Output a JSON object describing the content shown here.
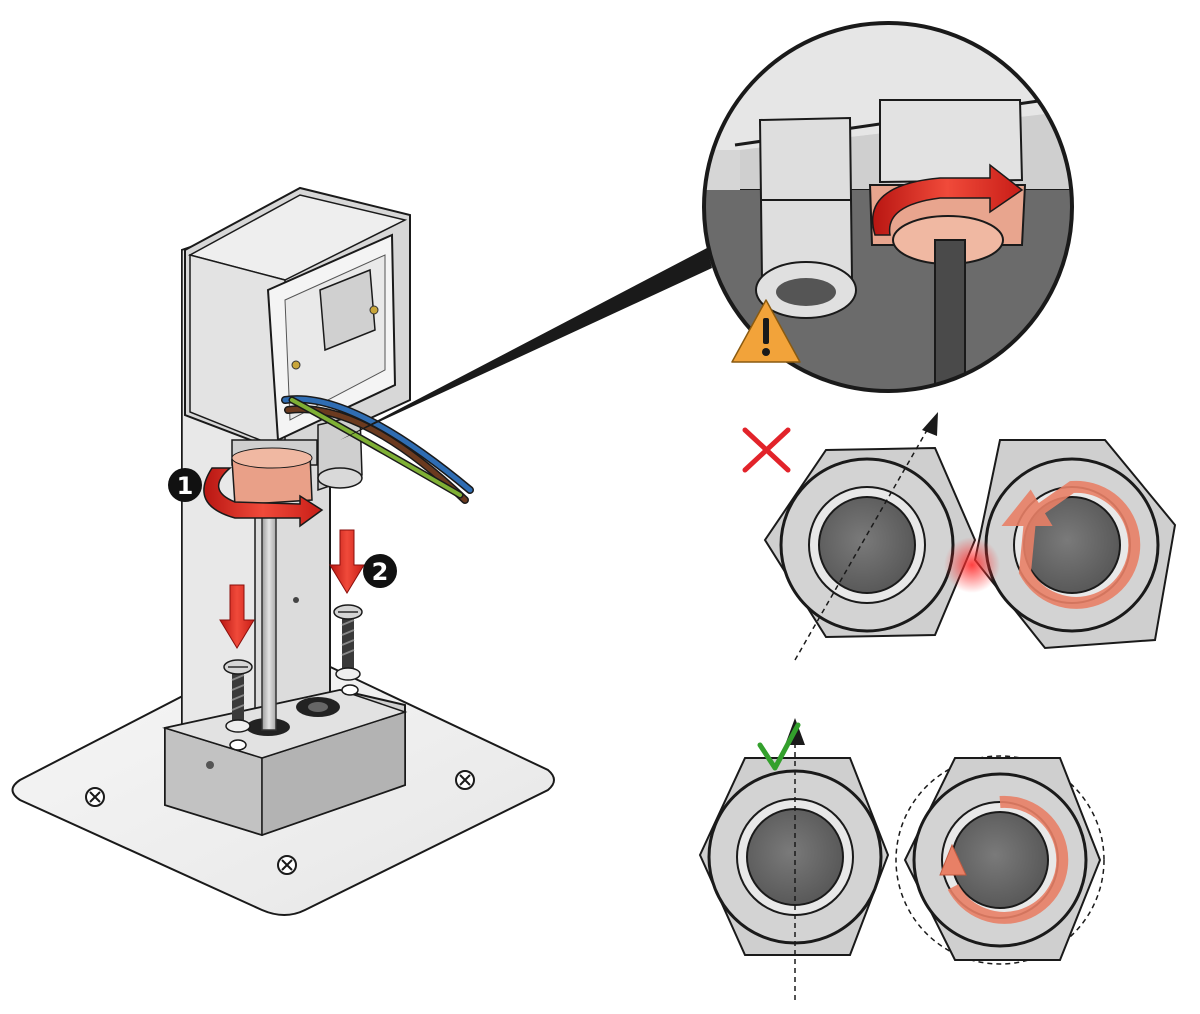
{
  "steps": [
    {
      "number": "1",
      "action": "rotate-cable-gland-nut"
    },
    {
      "number": "2",
      "action": "insert-mounting-screws"
    }
  ],
  "detail_view": {
    "warning": "orientation-of-cable-glands"
  },
  "comparison": {
    "incorrect": {
      "mark": "cross",
      "color": "#e2232a"
    },
    "correct": {
      "mark": "check",
      "color": "#33a02c"
    }
  },
  "colors": {
    "nut_highlight": "#e88066",
    "rotation_arrow": "#d9231d",
    "warning": "#f2a33a",
    "metal": "#c9c9c9",
    "wire_blue": "#2f6db3",
    "wire_brown": "#6b3a1f",
    "wire_green_yellow": "#7fb035"
  }
}
